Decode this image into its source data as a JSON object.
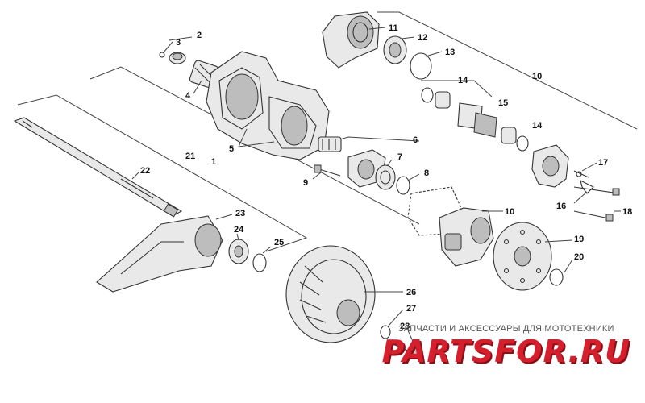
{
  "callouts": [
    "1",
    "2",
    "3",
    "4",
    "5",
    "6",
    "7",
    "8",
    "9",
    "10",
    "10",
    "11",
    "12",
    "13",
    "14",
    "14",
    "15",
    "16",
    "17",
    "18",
    "19",
    "20",
    "21",
    "22",
    "23",
    "24",
    "25",
    "26",
    "27",
    "28"
  ],
  "watermark": {
    "caption": "ЗАПЧАСТИ И АКСЕССУАРЫ ДЛЯ МОТОТЕХНИКИ",
    "logo": "PARTSFOR.RU",
    "logo_color": "#d61f2c"
  }
}
